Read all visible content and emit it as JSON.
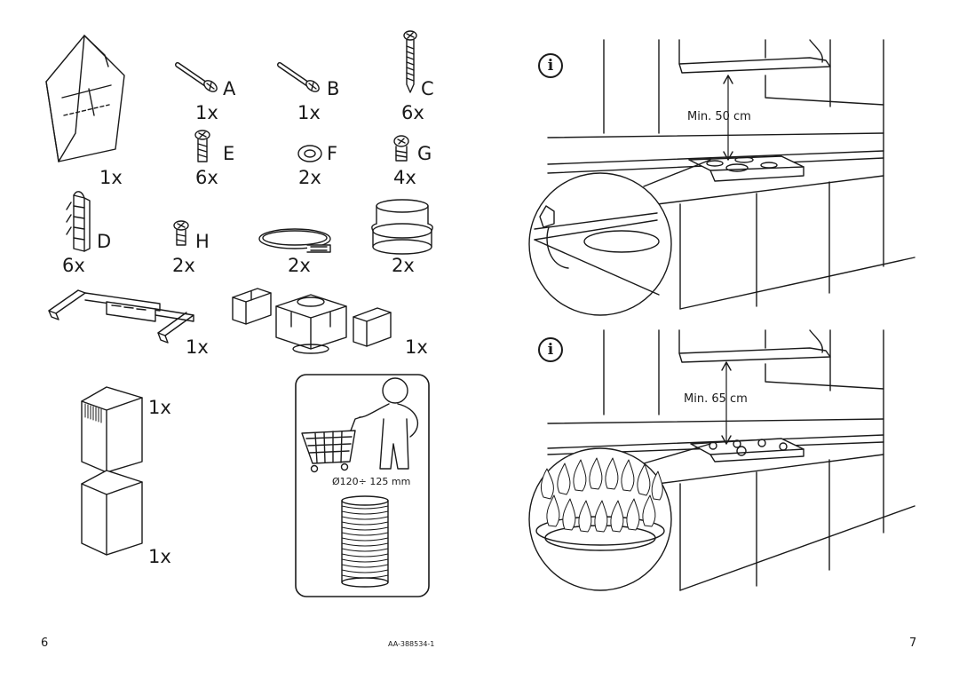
{
  "parts": {
    "manual_qty": "1x",
    "A": {
      "letter": "A",
      "qty": "1x"
    },
    "B": {
      "letter": "B",
      "qty": "1x"
    },
    "C": {
      "letter": "C",
      "qty": "6x"
    },
    "E": {
      "letter": "E",
      "qty": "6x"
    },
    "F": {
      "letter": "F",
      "qty": "2x"
    },
    "G": {
      "letter": "G",
      "qty": "4x"
    },
    "D": {
      "letter": "D",
      "qty": "6x"
    },
    "H": {
      "letter": "H",
      "qty": "2x"
    },
    "clamp_qty": "2x",
    "adapter_qty": "2x",
    "bracket_qty": "1x",
    "connector_qty": "1x",
    "chimney_upper_qty": "1x",
    "chimney_lower_qty": "1x",
    "duct_diameter": "Ø120÷ 125 mm"
  },
  "installation": {
    "electric": {
      "icon": "i",
      "min_distance": "Min. 50 cm"
    },
    "gas": {
      "icon": "i",
      "min_distance": "Min. 65 cm"
    }
  },
  "footer": {
    "page_left": "6",
    "doc_code": "AA-388534-1",
    "page_right": "7"
  }
}
